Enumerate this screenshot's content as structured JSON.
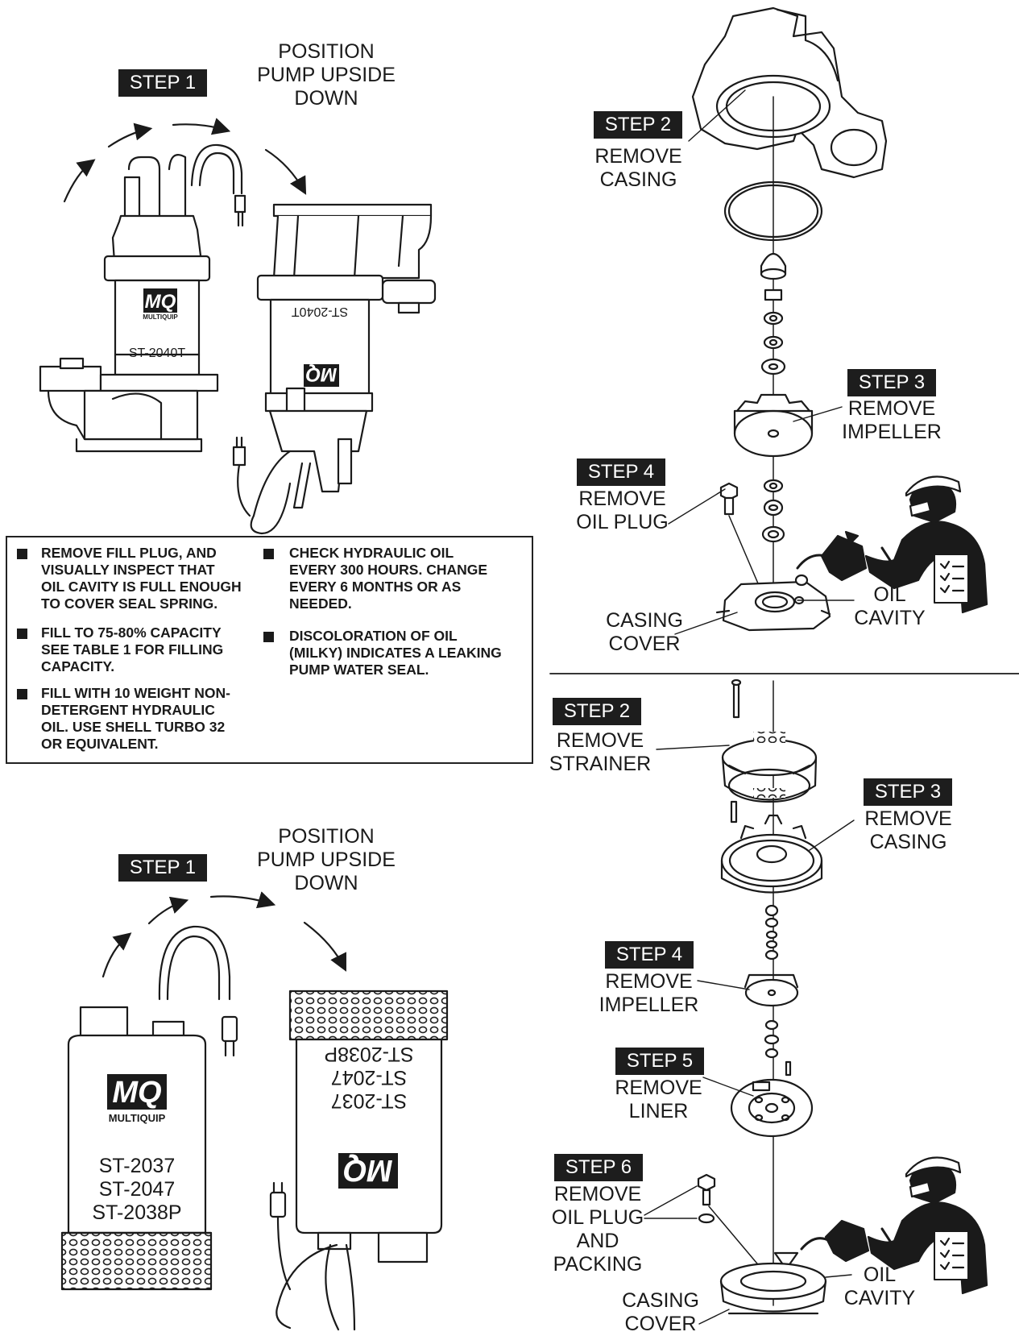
{
  "top_procedure": {
    "step1": {
      "badge": "STEP 1",
      "label": "POSITION\nPUMP UPSIDE\nDOWN"
    },
    "pump_brand": "MULTIQUIP",
    "pump_model": "ST-2040T",
    "pump_model_mirrored": "ST-2040T"
  },
  "notes": {
    "col1": [
      "REMOVE FILL PLUG, AND\nVISUALLY INSPECT THAT\nOIL CAVITY IS FULL ENOUGH\nTO COVER SEAL SPRING.",
      "FILL TO 75-80% CAPACITY\nSEE TABLE 1 FOR FILLING\nCAPACITY.",
      "FILL WITH 10 WEIGHT NON-\nDETERGENT HYDRAULIC\nOIL. USE SHELL TURBO 32\nOR EQUIVALENT."
    ],
    "col2": [
      "CHECK HYDRAULIC OIL\nEVERY 300 HOURS. CHANGE\nEVERY 6 MONTHS OR AS\nNEEDED.",
      "DISCOLORATION OF OIL\n(MILKY)   INDICATES A LEAKING\nPUMP WATER SEAL."
    ]
  },
  "top_exploded": {
    "step2": {
      "badge": "STEP 2",
      "label": "REMOVE\nCASING"
    },
    "step3": {
      "badge": "STEP 3",
      "label": "REMOVE\nIMPELLER"
    },
    "step4": {
      "badge": "STEP 4",
      "label": "REMOVE\nOIL PLUG"
    },
    "casing_cover": "CASING\nCOVER",
    "oil_cavity": "OIL\nCAVITY"
  },
  "bottom_procedure": {
    "step1": {
      "badge": "STEP 1",
      "label": "POSITION\nPUMP UPSIDE\nDOWN"
    },
    "pump_brand": "MULTIQUIP",
    "pump_models": "ST-2037\nST-2047\nST-2038P",
    "pump_models_mirrored": "ST-2037\nST-2047\nST-2038P"
  },
  "bottom_exploded": {
    "step2": {
      "badge": "STEP 2",
      "label": "REMOVE\nSTRAINER"
    },
    "step3": {
      "badge": "STEP 3",
      "label": "REMOVE\nCASING"
    },
    "step4": {
      "badge": "STEP 4",
      "label": "REMOVE\nIMPELLER"
    },
    "step5": {
      "badge": "STEP 5",
      "label": "REMOVE\nLINER"
    },
    "step6": {
      "badge": "STEP 6",
      "label": "REMOVE\nOIL PLUG\nAND\nPACKING"
    },
    "oil_cavity": "OIL\nCAVITY",
    "casing_cover": "CASING\nCOVER"
  }
}
